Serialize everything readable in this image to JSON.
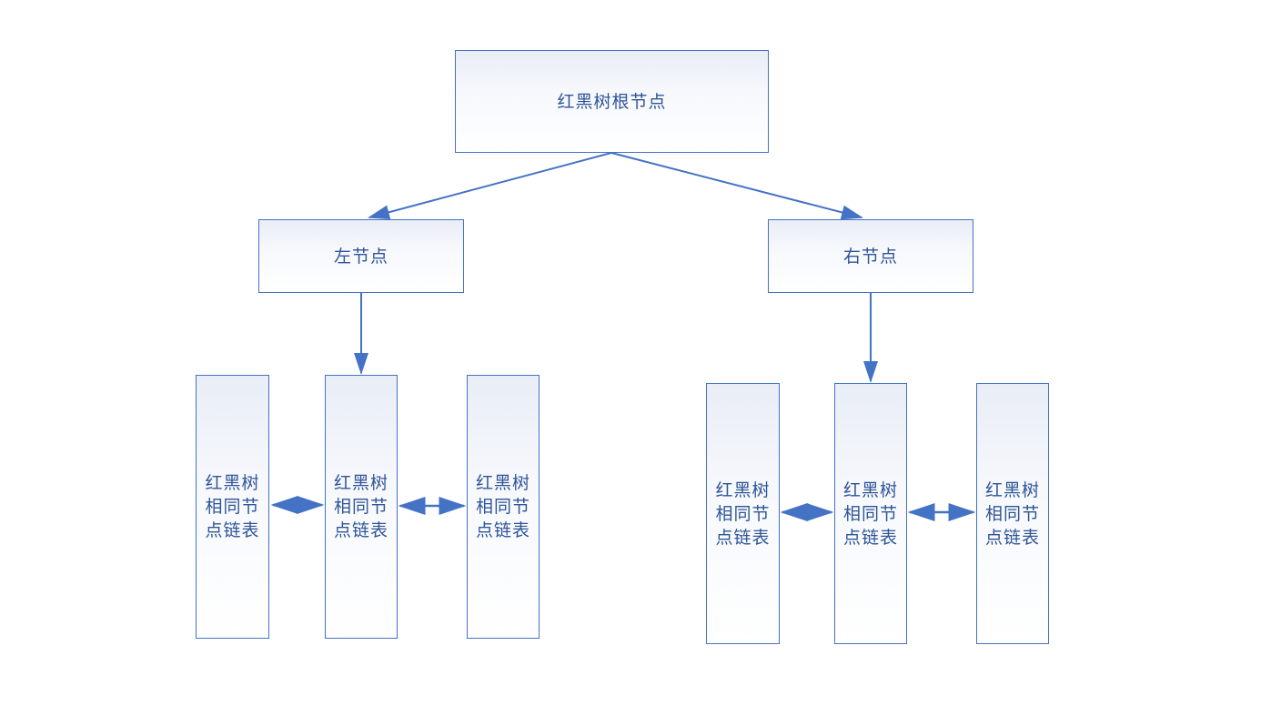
{
  "colors": {
    "accent": "#4472C4",
    "node_text": "#2F5597",
    "fill_top": "#E9EDF6",
    "fill_bottom": "#FFFFFF"
  },
  "diagram": {
    "nodes": {
      "root": {
        "label": "红黑树根节点"
      },
      "left_child": {
        "label": "左节点"
      },
      "right_child": {
        "label": "右节点"
      }
    },
    "linked_lists": {
      "left_group": [
        {
          "label": "红黑树相同节点链表"
        },
        {
          "label": "红黑树相同节点链表"
        },
        {
          "label": "红黑树相同节点链表"
        }
      ],
      "right_group": [
        {
          "label": "红黑树相同节点链表"
        },
        {
          "label": "红黑树相同节点链表"
        },
        {
          "label": "红黑树相同节点链表"
        }
      ]
    }
  }
}
